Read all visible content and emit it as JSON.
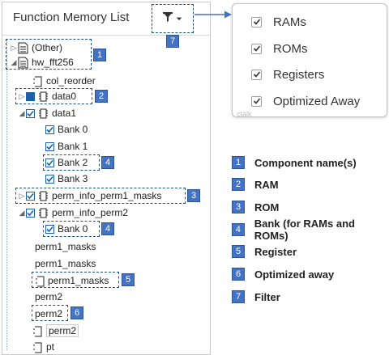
{
  "panel": {
    "title": "Function Memory List"
  },
  "tree": {
    "other": "(Other)",
    "hw_fft256": "hw_fft256",
    "col_reorder": "col_reorder",
    "data0": "data0",
    "data1": "data1",
    "bank0": "Bank 0",
    "bank1": "Bank 1",
    "bank2": "Bank 2",
    "bank3": "Bank 3",
    "perm_info_perm1_masks": "perm_info_perm1_masks",
    "perm_info_perm2": "perm_info_perm2",
    "perm_info_perm2_bank0": "Bank 0",
    "perm1_masks_a": "perm1_masks",
    "perm1_masks_b": "perm1_masks",
    "perm1_masks_c": "perm1_masks",
    "perm2_a": "perm2",
    "perm2_b": "perm2",
    "perm2_c": "perm2",
    "pt": "pt"
  },
  "filter_menu": {
    "items": [
      "RAMs",
      "ROMs",
      "Registers",
      "Optimized Away"
    ],
    "partial_text": "ctalk"
  },
  "badges": {
    "b1": "1",
    "b2": "2",
    "b3": "3",
    "b4a": "4",
    "b4b": "4",
    "b5": "5",
    "b6": "6",
    "b7": "7"
  },
  "legend": [
    {
      "num": "1",
      "text": "Component name(s)"
    },
    {
      "num": "2",
      "text": "RAM"
    },
    {
      "num": "3",
      "text": "ROM"
    },
    {
      "num": "4",
      "text": "Bank (for RAMs and ROMs)"
    },
    {
      "num": "5",
      "text": "Register"
    },
    {
      "num": "6",
      "text": "Optimized away"
    },
    {
      "num": "7",
      "text": "Filter"
    }
  ],
  "colors": {
    "accent": "#4472c4",
    "checkbox": "#1f5fa8",
    "dashed": "#1f4e79"
  },
  "icons": {
    "document": "document-icon",
    "chip": "chip-icon",
    "register": "register-icon",
    "filter": "filter-icon",
    "arrow": "arrow-right-icon"
  }
}
